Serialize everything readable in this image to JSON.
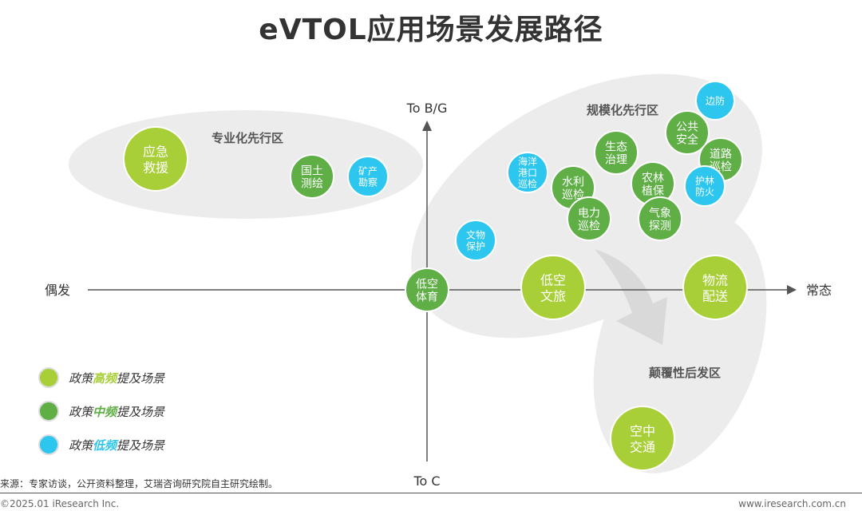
{
  "title": "eVTOL应用场景发展路径",
  "axes": {
    "top": "To B/G",
    "bottom": "To C",
    "left": "偶发",
    "right": "常态"
  },
  "zones": {
    "professional": "专业化先行区",
    "scale": "规模化先行区",
    "disruptive": "颠覆性后发区"
  },
  "colors": {
    "high": "#a8cf38",
    "mid": "#5fae46",
    "low": "#2cc6ef",
    "zone": "#ececec",
    "arrow": "#d9d9d9"
  },
  "bubbles": [
    {
      "name": "emergency-rescue",
      "lines": [
        "应急",
        "救援"
      ],
      "level": "high"
    },
    {
      "name": "land-survey",
      "lines": [
        "国土",
        "测绘"
      ],
      "level": "mid"
    },
    {
      "name": "mineral-exploration",
      "lines": [
        "矿产",
        "勘察"
      ],
      "level": "low"
    },
    {
      "name": "border-defense",
      "lines": [
        "边防"
      ],
      "level": "low"
    },
    {
      "name": "public-safety",
      "lines": [
        "公共",
        "安全"
      ],
      "level": "mid"
    },
    {
      "name": "ecological-governance",
      "lines": [
        "生态",
        "治理"
      ],
      "level": "mid"
    },
    {
      "name": "road-patrol",
      "lines": [
        "道路",
        "巡检"
      ],
      "level": "mid"
    },
    {
      "name": "ocean-port-patrol",
      "lines": [
        "海洋",
        "港口",
        "巡检"
      ],
      "level": "low"
    },
    {
      "name": "agriforest-protection",
      "lines": [
        "农林",
        "植保"
      ],
      "level": "mid"
    },
    {
      "name": "forest-fire-protection",
      "lines": [
        "护林",
        "防火"
      ],
      "level": "low"
    },
    {
      "name": "water-patrol",
      "lines": [
        "水利",
        "巡检"
      ],
      "level": "mid"
    },
    {
      "name": "power-patrol",
      "lines": [
        "电力",
        "巡检"
      ],
      "level": "mid"
    },
    {
      "name": "weather-detection",
      "lines": [
        "气象",
        "探测"
      ],
      "level": "mid"
    },
    {
      "name": "cultural-relic-protection",
      "lines": [
        "文物",
        "保护"
      ],
      "level": "low"
    },
    {
      "name": "low-altitude-sports",
      "lines": [
        "低空",
        "体育"
      ],
      "level": "mid"
    },
    {
      "name": "low-altitude-tourism",
      "lines": [
        "低空",
        "文旅"
      ],
      "level": "high"
    },
    {
      "name": "logistics-delivery",
      "lines": [
        "物流",
        "配送"
      ],
      "level": "high"
    },
    {
      "name": "air-transport",
      "lines": [
        "空中",
        "交通"
      ],
      "level": "high"
    }
  ],
  "legend": [
    {
      "level": "high",
      "prefix": "政策",
      "highlight": "高频",
      "suffix": "提及场景"
    },
    {
      "level": "mid",
      "prefix": "政策",
      "highlight": "中频",
      "suffix": "提及场景"
    },
    {
      "level": "low",
      "prefix": "政策",
      "highlight": "低频",
      "suffix": "提及场景"
    }
  ],
  "source": "来源：专家访谈，公开资料整理，艾瑞咨询研究院自主研究绘制。",
  "copyright": "©2025.01 iResearch Inc.",
  "site": "www.iresearch.com.cn"
}
